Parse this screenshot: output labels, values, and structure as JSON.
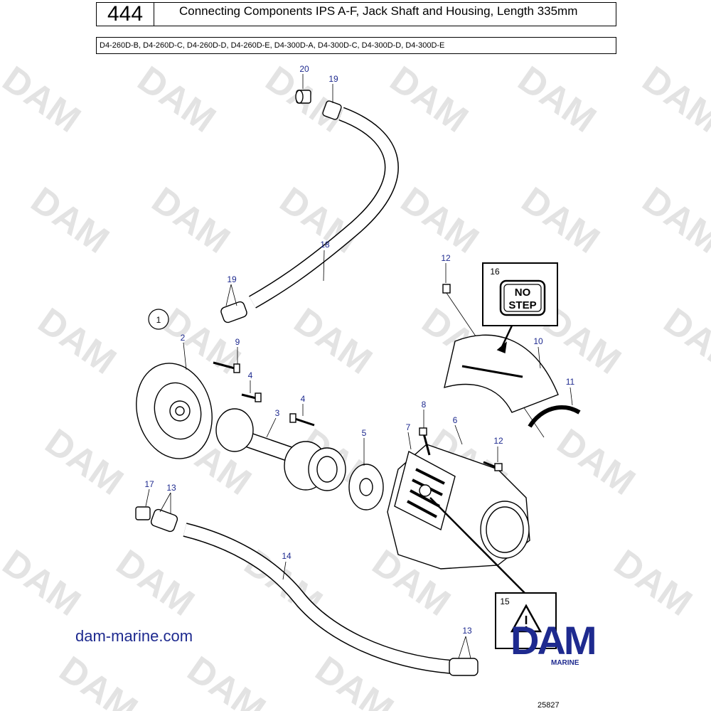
{
  "header": {
    "page_number": "444",
    "title": "Connecting Components IPS A-F, Jack Shaft and Housing, Length 335mm",
    "models": "D4-260D-B, D4-260D-C, D4-260D-D, D4-260D-E, D4-300D-A, D4-300D-C, D4-300D-D, D4-300D-E"
  },
  "watermark": "DAM",
  "callouts": [
    "20",
    "19",
    "18",
    "19",
    "1",
    "2",
    "9",
    "4",
    "3",
    "4",
    "5",
    "7",
    "8",
    "6",
    "12",
    "12",
    "16",
    "10",
    "11",
    "17",
    "13",
    "14",
    "15",
    "13"
  ],
  "labels": {
    "no_step_line1": "NO",
    "no_step_line2": "STEP"
  },
  "footer": {
    "website": "dam-marine.com",
    "logo": "DAM",
    "logo_sub": "MARINE",
    "ref_number": "25827"
  },
  "colors": {
    "callout": "#1e2a8f",
    "brand": "#1e2a8f",
    "watermark": "#e4e4e4"
  }
}
